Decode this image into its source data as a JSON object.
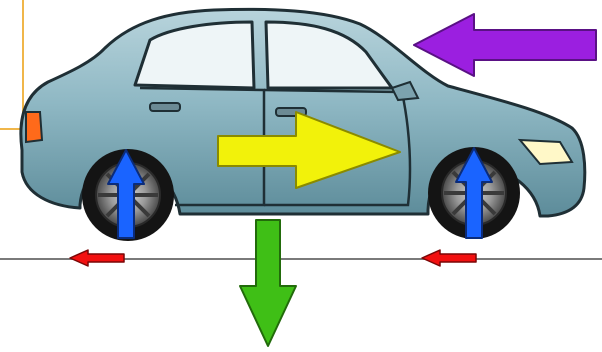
{
  "scene": {
    "background_color": "#ffffff",
    "ground_color": "#7a7a7a",
    "car": {
      "body_color": "#8fb8c4",
      "window_color": "#eef5f7",
      "tire_color": "#141414"
    }
  },
  "arrows": [
    {
      "name": "air-resistance-arrow",
      "direction": "left",
      "color": "#9b1fe0"
    },
    {
      "name": "driving-force-arrow",
      "direction": "right",
      "color": "#f2f20a"
    },
    {
      "name": "weight-arrow",
      "direction": "down",
      "color": "#3fbf16"
    },
    {
      "name": "rear-normal-force-arrow",
      "direction": "up",
      "color": "#1a64ff"
    },
    {
      "name": "front-normal-force-arrow",
      "direction": "up",
      "color": "#1a64ff"
    },
    {
      "name": "rear-friction-arrow",
      "direction": "left",
      "color": "#f21010"
    },
    {
      "name": "front-friction-arrow",
      "direction": "left",
      "color": "#f21010"
    }
  ]
}
